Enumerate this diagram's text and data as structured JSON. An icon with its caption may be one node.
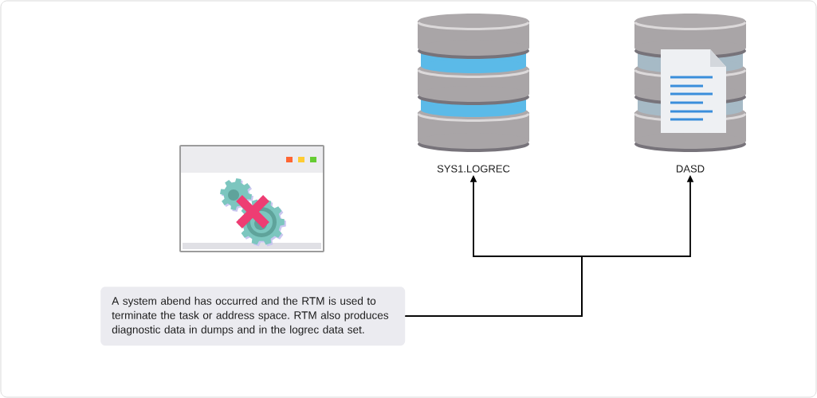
{
  "diagram": {
    "nodes": [
      {
        "text": [
          "SYS1.LOGREC"
        ]
      },
      {
        "text": [
          "DASD"
        ]
      },
      {
        "text": [],
        "shape": "picture"
      },
      {
        "text": [
          "A system abend has occurred and the RTM is used to terminate the task or address space. RTM also produces diagnostic data in dumps and in the logrec data set."
        ]
      }
    ],
    "edges": [
      {
        "from": 3,
        "to": 0,
        "arrow": "to"
      },
      {
        "from": 3,
        "to": 1,
        "arrow": "to"
      }
    ]
  }
}
